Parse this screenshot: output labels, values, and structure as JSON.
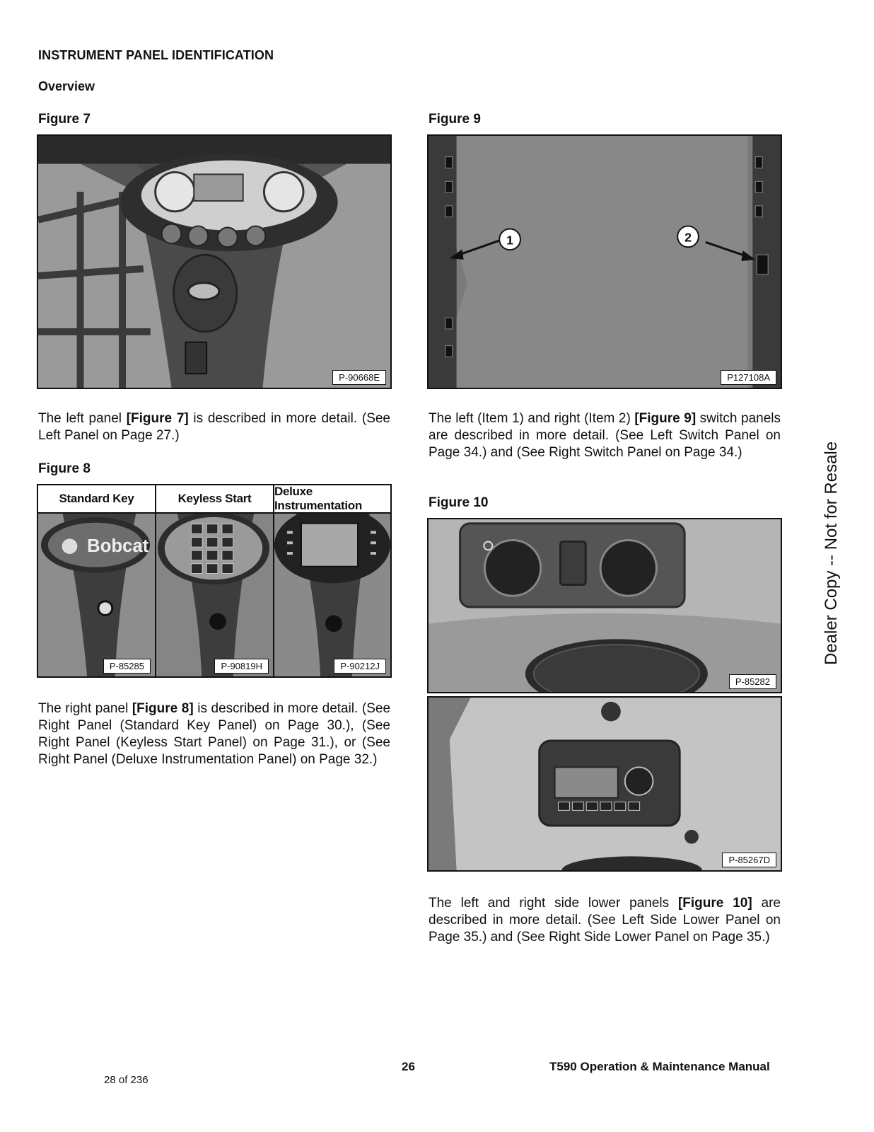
{
  "heading": "INSTRUMENT PANEL IDENTIFICATION",
  "subheading": "Overview",
  "fig7": {
    "label": "Figure 7",
    "code": "P-90668E"
  },
  "fig9": {
    "label": "Figure 9",
    "code": "P127108A",
    "callout1": "1",
    "callout2": "2"
  },
  "fig8": {
    "label": "Figure 8",
    "columns": [
      {
        "title": "Standard Key",
        "code": "P-85285",
        "logo": "Bobcat"
      },
      {
        "title": "Keyless Start",
        "code": "P-90819H"
      },
      {
        "title": "Deluxe Instrumentation",
        "code": "P-90212J"
      }
    ]
  },
  "fig10": {
    "label": "Figure 10",
    "code_top": "P-85282",
    "code_bottom": "P-85267D"
  },
  "text": {
    "p1_a": "The left panel ",
    "p1_b": "[Figure 7]",
    "p1_c": " is described in more detail. (See Left Panel on Page 27.)",
    "p2_a": "The right panel ",
    "p2_b": "[Figure 8]",
    "p2_c": " is described in more detail. (See Right Panel (Standard Key Panel) on Page 30.), (See Right Panel (Keyless Start Panel) on Page 31.), or (See Right Panel (Deluxe Instrumentation Panel) on Page 32.)",
    "p3_a": "The left (Item 1) and right (Item 2) ",
    "p3_b": "[Figure 9]",
    "p3_c": " switch panels are described in more detail. (See Left Switch Panel on Page 34.) and (See Right Switch Panel on Page 34.)",
    "p4_a": "The left and right side lower panels ",
    "p4_b": "[Figure 10]",
    "p4_c": " are described in more detail. (See Left Side Lower Panel on Page 35.) and (See Right Side Lower Panel on Page 35.)"
  },
  "sidebar": "Dealer Copy -- Not for Resale",
  "footer": {
    "page_number": "26",
    "manual_title": "T590 Operation & Maintenance Manual",
    "pdf_page": "28 of 236"
  }
}
